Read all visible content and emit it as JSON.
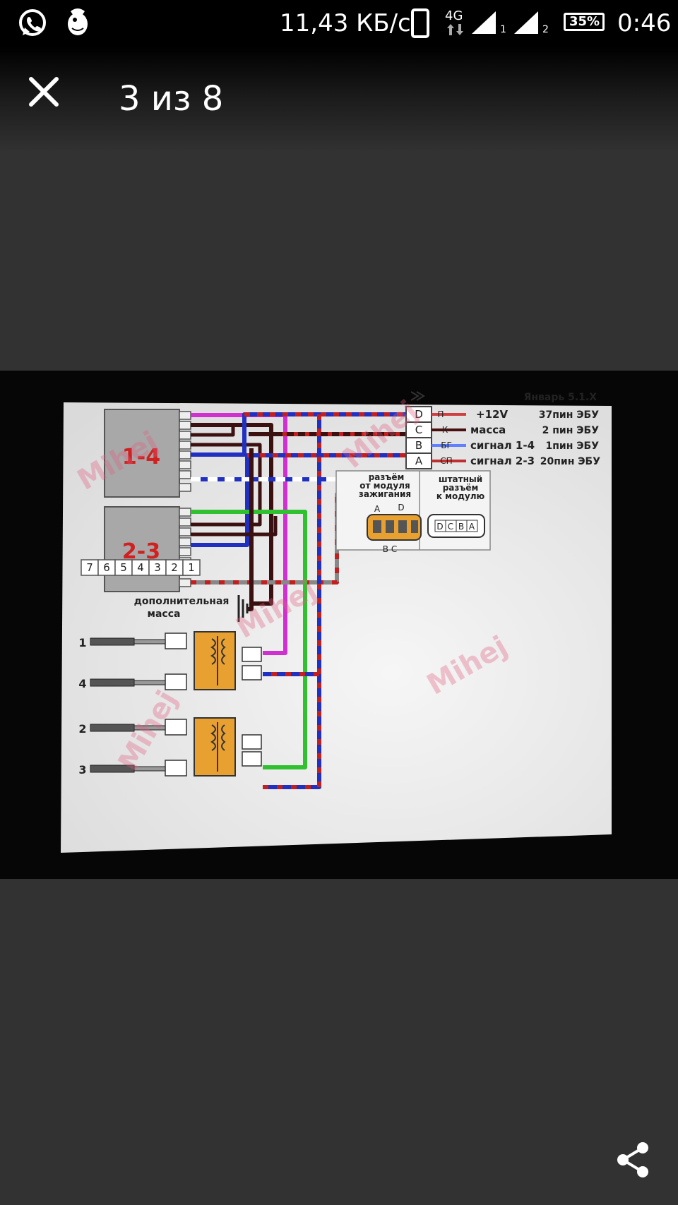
{
  "status_bar": {
    "network_speed": "11,43 КБ/с",
    "network_type": "4G",
    "sim1": "1",
    "sim2": "2",
    "battery": "35%",
    "time": "0:46"
  },
  "viewer": {
    "counter": "3 из 8"
  },
  "diagram": {
    "title": "Январь 5.1.X",
    "block_1_4": "1-4",
    "block_2_3": "2-3",
    "terminal_numbers": [
      "7",
      "6",
      "5",
      "4",
      "3",
      "2",
      "1"
    ],
    "extra_ground_line1": "дополнительная",
    "extra_ground_line2": "масса",
    "connector_pins": [
      "D",
      "C",
      "B",
      "A"
    ],
    "wire_codes": [
      "П",
      "К",
      "БГ",
      "СП"
    ],
    "signals": [
      "+12V",
      "масса",
      "сигнал 1-4",
      "сигнал 2-3"
    ],
    "ecu_pins": [
      "37пин ЭБУ",
      "2 пин ЭБУ",
      "1пин ЭБУ",
      "20пин ЭБУ"
    ],
    "module_connector_caption": [
      "разъём",
      "от модуля",
      "зажигания"
    ],
    "module_pins_top": [
      "A",
      "D"
    ],
    "module_pins_bottom": "B C",
    "stock_connector_caption": [
      "штатный",
      "разъём",
      "к модулю"
    ],
    "stock_pins": [
      "D",
      "C",
      "B",
      "A"
    ],
    "spark_plugs": [
      "1",
      "4",
      "2",
      "3"
    ],
    "watermark": "Mihej"
  },
  "colors": {
    "statusbar_bg": "#000000",
    "viewer_bg": "#323232",
    "wire_pink": "#d030d0",
    "wire_green": "#30c030",
    "wire_blue": "#2030c0",
    "wire_red": "#c02020",
    "wire_dark": "#3a1010",
    "coil": "#e8a030"
  }
}
